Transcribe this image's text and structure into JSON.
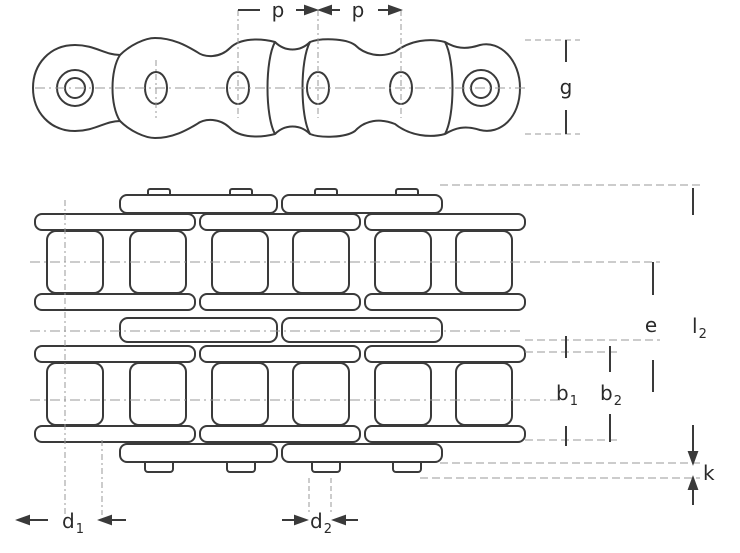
{
  "diagram": {
    "labels": {
      "p_left": "p",
      "p_right": "p",
      "g": "g",
      "e": "e",
      "l": "l",
      "l_sub": "2",
      "k": "k",
      "b1": "b",
      "b1_sub": "1",
      "b2": "b",
      "b2_sub": "2",
      "d1": "d",
      "d1_sub": "1",
      "d2": "d",
      "d2_sub": "2"
    },
    "colors": {
      "line": "#3a3a3a",
      "center_line": "#9a9a9a",
      "background": "#ffffff"
    }
  }
}
